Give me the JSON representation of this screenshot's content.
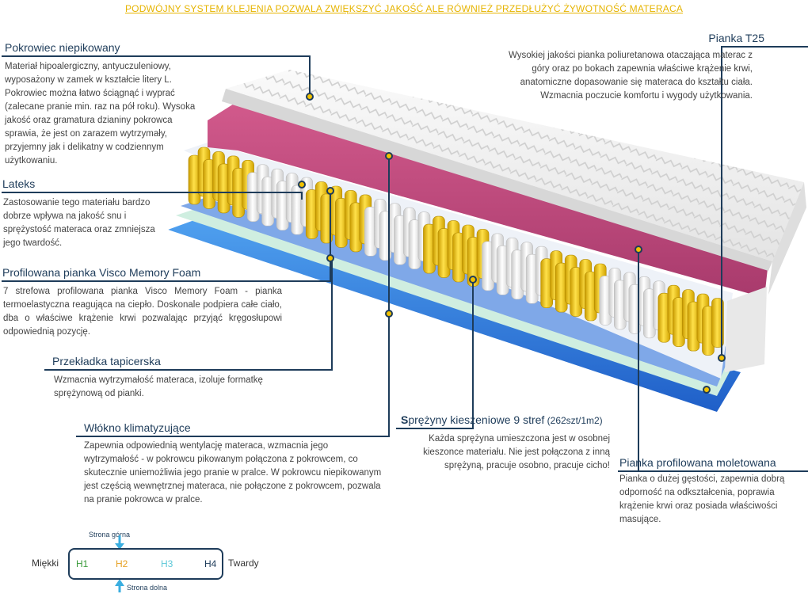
{
  "title": "PODWÓJNY SYSTEM KLEJENIA POZWALA ZWIĘKSZYĆ JAKOŚĆ ALE RÓWNIEŻ PRZEDŁUŻYĆ ŻYWOTNOŚĆ MATERACA",
  "sections": {
    "pokrowiec": {
      "heading": "Pokrowiec  niepikowany",
      "body": "Materiał hipoalergiczny, antyuczuleniowy, wyposażony w zamek w kształcie litery L. Pokrowiec można łatwo ściągnąć i wyprać (zalecane pranie min.  raz na pół roku). Wysoka jakość oraz gramatura dzianiny pokrowca sprawia, że jest on zarazem wytrzymały, przyjemny jak i delikatny w codziennym użytkowaniu."
    },
    "lateks": {
      "heading": "Lateks",
      "body": "Zastosowanie tego materiału bardzo dobrze wpływa na jakość snu i sprężystość materaca oraz zmniejsza jego twardość."
    },
    "visco": {
      "heading": "Profilowana pianka Visco Memory Foam",
      "body": "7 strefowa profilowana pianka Visco Memory Foam - pianka termoelastyczna reagująca na ciepło.  Doskonale podpiera całe ciało, dba o właściwe krążenie krwi pozwalając przyjąć kręgosłupowi odpowiednią pozycję."
    },
    "przekladka": {
      "heading": "Przekładka tapicerska",
      "body": "Wzmacnia wytrzymałość materaca, izoluje formatkę sprężynową od pianki."
    },
    "wlokno": {
      "heading": "Włókno klimatyzujące",
      "body": "Zapewnia odpowiednią wentylację materaca, wzmacnia jego wytrzymałość - w pokrowcu pikowanym połączona z pokrowcem, co skutecznie uniemożliwia jego pranie w pralce. W pokrowcu niepikowanym jest częścią wewnętrznej materaca, nie połączone z pokrowcem, pozwala na pranie pokrowca w pralce."
    },
    "sprezyny": {
      "heading_bold": "S",
      "heading_rest": "prężyny kieszeniowe 9 stref",
      "heading_suffix": " (262szt/1m2)",
      "body": "Każda sprężyna umieszczona jest w osobnej kieszonce materiału. Nie jest połączona z inną sprężyną, pracuje osobno, pracuje cicho!"
    },
    "pianka_t25": {
      "heading": "Pianka T25",
      "body": "Wysokiej jakości pianka poliuretanowa otaczająca materac z góry oraz po bokach zapewnia właściwe krążenie krwi, anatomiczne dopasowanie się materaca do kształtu ciała. Wzmacnia poczucie komfortu i wygody użytkowania."
    },
    "moletowana": {
      "heading": "Pianka profilowana moletowana",
      "body": "Pianka o dużej gęstości, zapewnia dobrą odporność na odkształcenia, poprawia krążenie krwi oraz posiada właściwości masujące."
    }
  },
  "firmness": {
    "top_label": "Strona górna",
    "bottom_label": "Strona dolna",
    "left_label": "Miękki",
    "right_label": "Twardy",
    "levels": [
      "H1",
      "H2",
      "H3",
      "H4"
    ],
    "level_colors": [
      "#3a9a3a",
      "#e6a020",
      "#5cc8d8",
      "#1e3c5a"
    ],
    "arrow_color": "#3aaee0"
  },
  "colors": {
    "accent": "#1e3c5a",
    "dot": "#f2c200",
    "title": "#e6b400"
  }
}
